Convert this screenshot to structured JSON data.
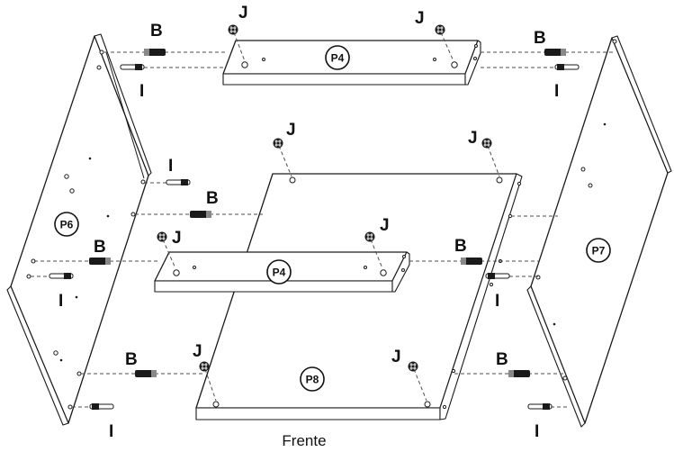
{
  "labels": {
    "dowel": "B",
    "cam_bolt": "I",
    "cam_lock": "J"
  },
  "parts": {
    "rail_top": "P4",
    "rail_middle": "P4",
    "left_side": "P6",
    "right_side": "P7",
    "bottom": "P8"
  },
  "caption": "Frente"
}
